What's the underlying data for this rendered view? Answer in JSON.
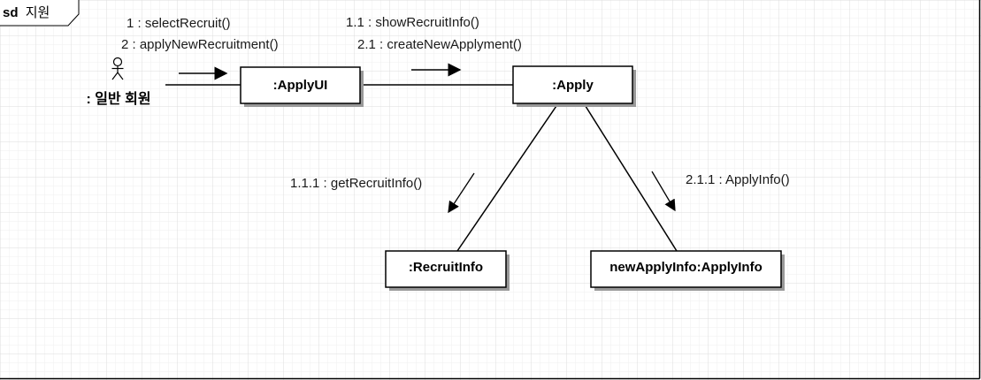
{
  "frame": {
    "keyword": "sd",
    "name": "지원"
  },
  "actor": {
    "label": ": 일반 회원"
  },
  "objects": {
    "apply_ui": ":ApplyUI",
    "apply": ":Apply",
    "recruit_info": ":RecruitInfo",
    "new_apply_info": "newApplyInfo:ApplyInfo"
  },
  "messages": {
    "actor_to_ui_1": "1 : selectRecruit()",
    "actor_to_ui_2": "2 : applyNewRecruitment()",
    "ui_to_apply_1": "1.1 : showRecruitInfo()",
    "ui_to_apply_2": "2.1 : createNewApplyment()",
    "apply_to_recruit": "1.1.1 : getRecruitInfo()",
    "apply_to_newinfo": "2.1.1 : ApplyInfo()"
  },
  "colors": {
    "grid_line": "#e6e6e6",
    "stroke": "#000000",
    "shadow": "#999999"
  }
}
